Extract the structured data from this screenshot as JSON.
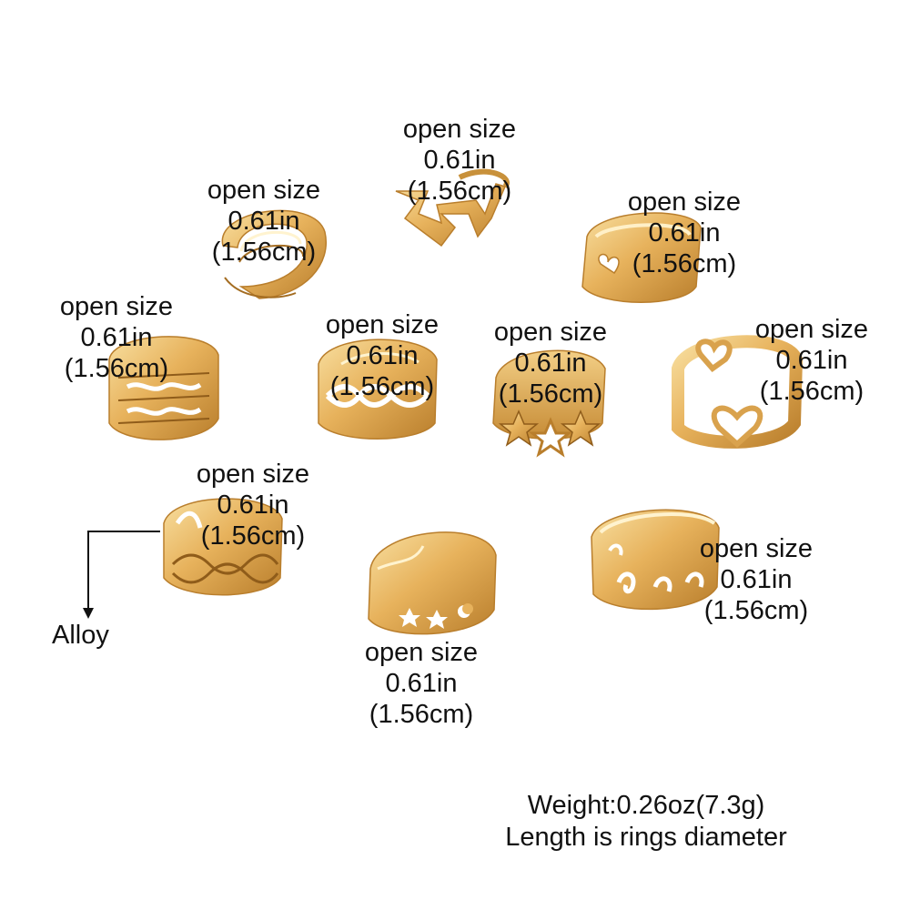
{
  "colors": {
    "gold": "#e7b25c",
    "gold_dark": "#b97e2c",
    "gold_light": "#f8dfa0",
    "text": "#111111"
  },
  "size_label": {
    "line1": "open size",
    "line2": "0.61in",
    "line3": "(1.56cm)"
  },
  "rings": [
    {
      "style": "triple-band"
    },
    {
      "style": "heartbeat"
    },
    {
      "style": "heart-cutout-band"
    },
    {
      "style": "wave-cutout-triple"
    },
    {
      "style": "woven-lattice"
    },
    {
      "style": "stars"
    },
    {
      "style": "hearts-chain"
    },
    {
      "style": "braided-filigree"
    },
    {
      "style": "star-moon-cutout"
    },
    {
      "style": "swirl-cutout"
    }
  ],
  "material_label": "Alloy",
  "footer": {
    "weight": "Weight:0.26oz(7.3g)",
    "note": "Length is rings diameter"
  }
}
